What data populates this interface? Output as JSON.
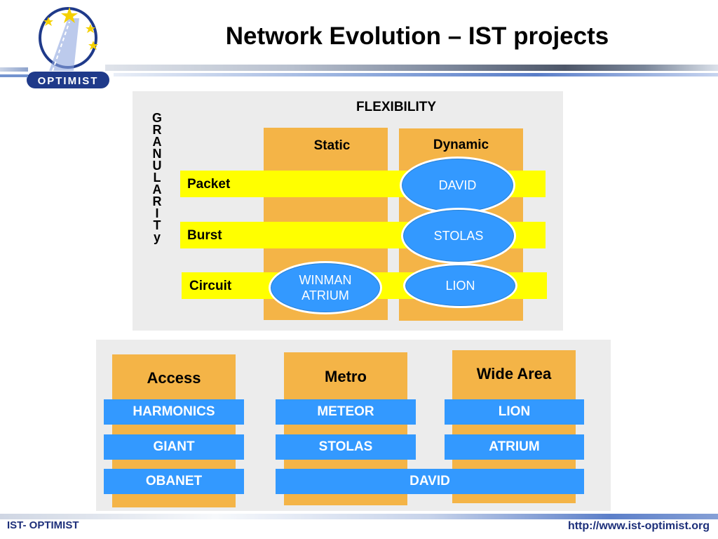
{
  "header": {
    "title": "Network Evolution – IST projects",
    "logo_text": "OPTIMIST"
  },
  "top_panel": {
    "flexibility_label": "FLEXIBILITY",
    "granularity_letters": [
      "G",
      "R",
      "A",
      "N",
      "U",
      "L",
      "A",
      "R",
      "I",
      "T",
      "y"
    ],
    "columns": {
      "static": "Static",
      "dynamic": "Dynamic"
    },
    "rows": {
      "packet": "Packet",
      "burst": "Burst",
      "circuit": "Circuit"
    },
    "ellipses": {
      "david": "DAVID",
      "stolas": "STOLAS",
      "winman_line1": "WINMAN",
      "winman_line2": "ATRIUM",
      "lion": "LION"
    }
  },
  "bottom_panel": {
    "columns": [
      {
        "title": "Access",
        "items": [
          "HARMONICS",
          "GIANT",
          "OBANET"
        ]
      },
      {
        "title": "Metro",
        "items": [
          "METEOR",
          "STOLAS"
        ]
      },
      {
        "title": "Wide Area",
        "items": [
          "LION",
          "ATRIUM"
        ]
      }
    ],
    "shared_item": "DAVID"
  },
  "footer": {
    "left": "IST- OPTIMIST",
    "right": "http://www.ist-optimist.org"
  },
  "colors": {
    "panel_gray": "#ececec",
    "orange": "#f4b447",
    "yellow": "#ffff00",
    "blue": "#3399ff",
    "footer_text": "#1d2f7a"
  }
}
